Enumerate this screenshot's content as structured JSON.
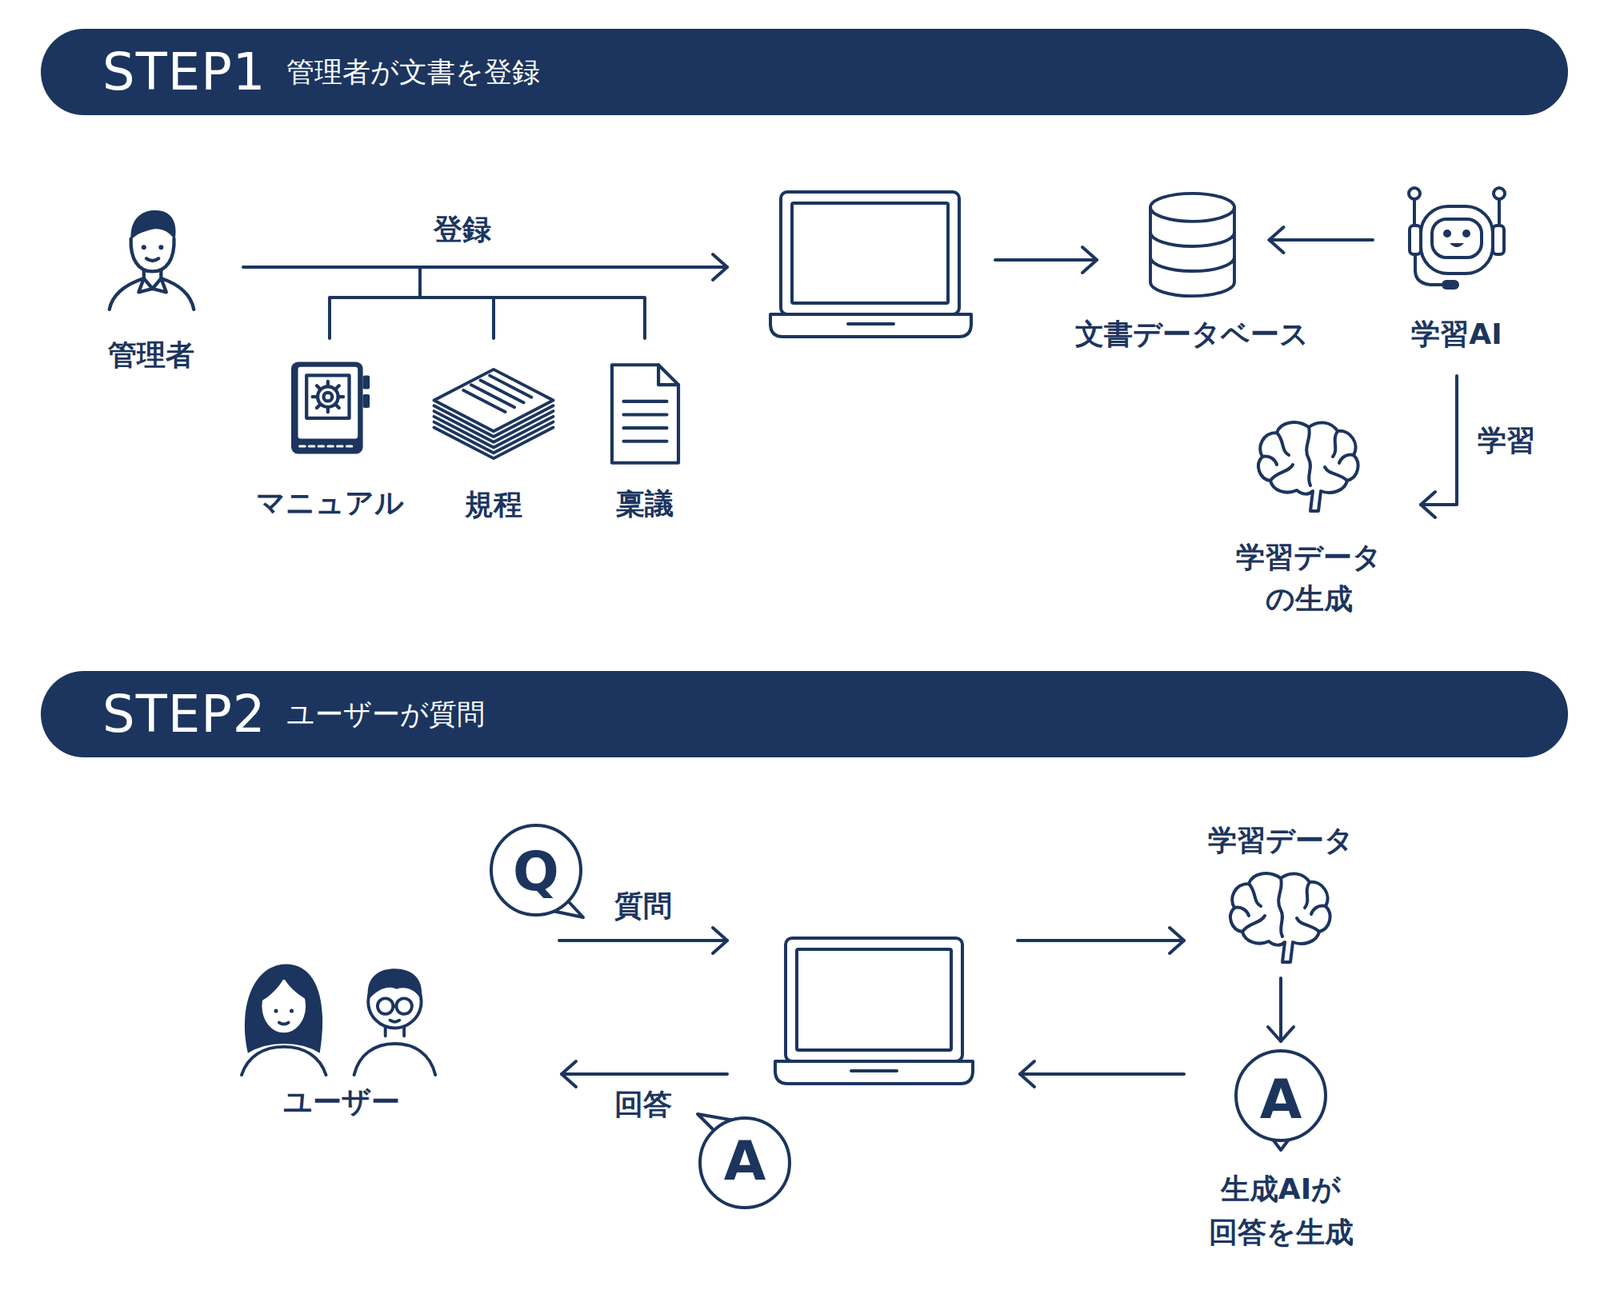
{
  "diagram": {
    "nodes": [
      {
        "text": [
          "STEP1",
          "管理者が文書を登録"
        ]
      },
      {
        "text": [
          "管理者"
        ]
      },
      {
        "text": [
          "マニュアル"
        ]
      },
      {
        "text": [
          "規程"
        ]
      },
      {
        "text": [
          "稟議"
        ]
      },
      {
        "text": [
          "文書データベース"
        ]
      },
      {
        "text": [
          "学習AI"
        ]
      },
      {
        "text": [
          "学習データ の生成"
        ]
      },
      {
        "text": [
          "STEP2",
          "ユーザーが質問"
        ]
      },
      {
        "text": [
          "ユーザー"
        ]
      },
      {
        "text": [
          "Q"
        ]
      },
      {
        "text": [
          "A"
        ]
      },
      {
        "text": [
          "学習データ"
        ]
      },
      {
        "text": [
          "A",
          "生成AIが 回答を生成"
        ]
      }
    ],
    "edges": [
      {
        "from": 6,
        "to": 5,
        "arrow": "to"
      },
      {
        "from": 6,
        "to": 7,
        "label": "学習",
        "arrow": "to"
      },
      {
        "from": 12,
        "to": 13,
        "arrow": "to"
      }
    ],
    "labels": [
      "登録",
      "質問",
      "回答"
    ]
  }
}
